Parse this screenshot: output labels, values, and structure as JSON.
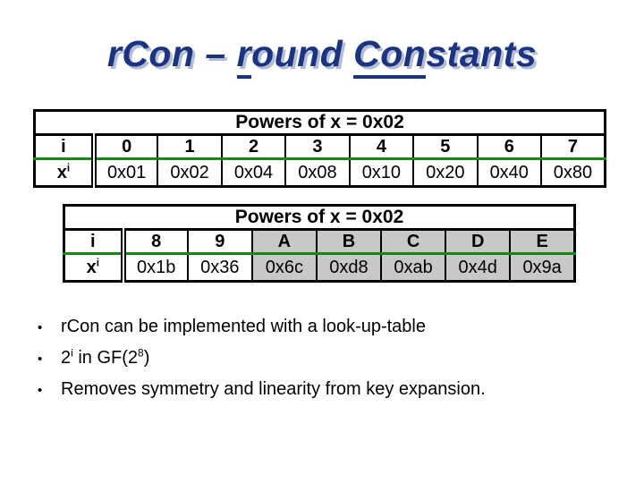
{
  "colors": {
    "title-blue": "#1c3480",
    "title-shadow": "#b2bcdb",
    "green": "#128a12",
    "gray": "#c8c8c8"
  },
  "title": {
    "pre": "rCon – ",
    "u1": "r",
    "mid": "ound ",
    "u2": "Con",
    "post": "stants"
  },
  "bullet_char": "•",
  "table1": {
    "caption": "Powers of x = 0x02",
    "row_header": "i",
    "value_header_base": "x",
    "value_header_sup": "i",
    "indices": [
      "0",
      "1",
      "2",
      "3",
      "4",
      "5",
      "6",
      "7"
    ],
    "values": [
      "0x01",
      "0x02",
      "0x04",
      "0x08",
      "0x10",
      "0x20",
      "0x40",
      "0x80"
    ]
  },
  "table2": {
    "caption": "Powers of x = 0x02",
    "row_header": "i",
    "value_header_base": "x",
    "value_header_sup": "i",
    "indices": [
      "8",
      "9",
      "A",
      "B",
      "C",
      "D",
      "E"
    ],
    "values": [
      "0x1b",
      "0x36",
      "0x6c",
      "0xd8",
      "0xab",
      "0x4d",
      "0x9a"
    ]
  },
  "bullets": {
    "b1": "rCon can be implemented with a look-up-table",
    "b2": {
      "pre": "2",
      "sup1": "i",
      "mid": " in GF(2",
      "sup2": "8",
      "post": ")"
    },
    "b3": "Removes symmetry and linearity from key expansion."
  }
}
